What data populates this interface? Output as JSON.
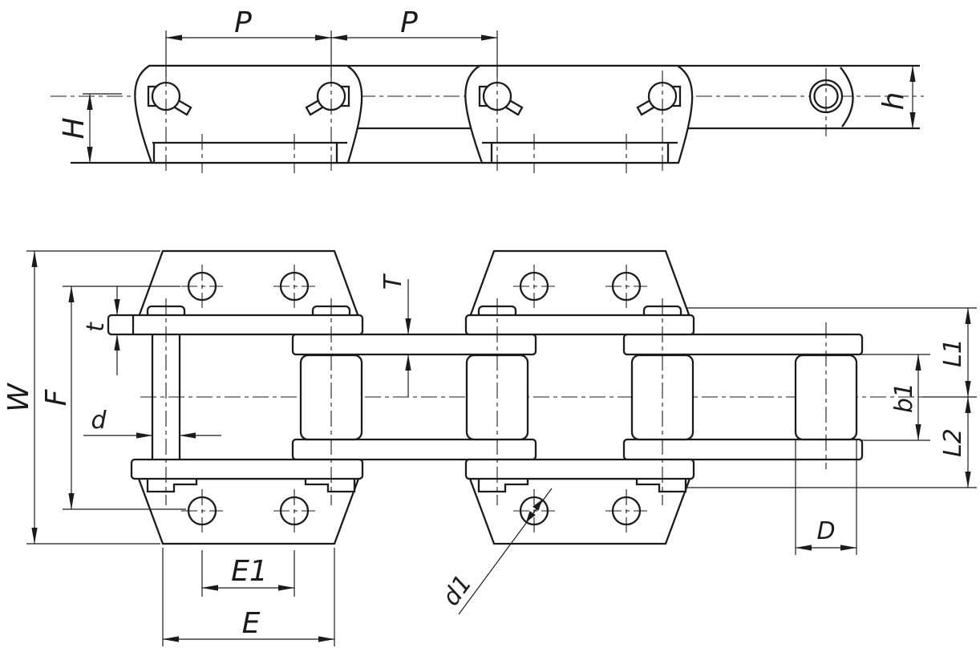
{
  "drawing": {
    "background": "#ffffff",
    "line_color": "#1b1b1b",
    "side_view": {
      "labels": {
        "p1": "P",
        "p2": "P",
        "H": "H",
        "h": "h"
      }
    },
    "plan_view": {
      "labels": {
        "W": "W",
        "F": "F",
        "t": "t",
        "d": "d",
        "T": "T",
        "E1": "E1",
        "E": "E",
        "d1": "d1",
        "D": "D",
        "b1": "b1",
        "L1": "L1",
        "L2": "L2"
      }
    }
  }
}
